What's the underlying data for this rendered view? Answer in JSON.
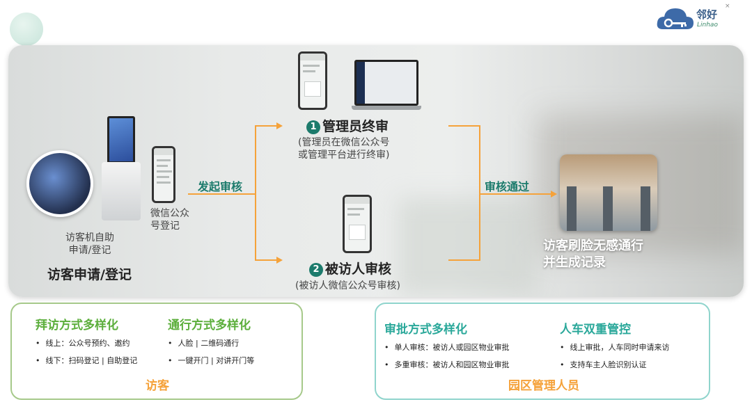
{
  "logo": {
    "name": "邻好",
    "sub": "Linhao",
    "close": "×"
  },
  "flow": {
    "visitor_title": "访客申请/登记",
    "kiosk_label": "访客机自助\n申请/登记",
    "wechat_label": "微信公众\n号登记",
    "start_label": "发起审核",
    "step1_num": "1",
    "step1_title": "管理员终审",
    "step1_note": "(管理员在微信公众号\n或管理平台进行终审)",
    "step2_num": "2",
    "step2_title": "被访人审核",
    "step2_note": "(被访人微信公众号审核)",
    "approved_label": "审核通过",
    "result_label": "访客刷脸无感通行\n并生成记录"
  },
  "visitor_box": {
    "col1_title": "拜访方式多样化",
    "col1_items": [
      "线上：公众号预约、邀约",
      "线下：扫码登记 | 自助登记"
    ],
    "col2_title": "通行方式多样化",
    "col2_items": [
      "人脸 | 二维码通行",
      "一键开门 | 对讲开门等"
    ],
    "footer": "访客"
  },
  "manager_box": {
    "col1_title": "审批方式多样化",
    "col1_items": [
      "单人审核：被访人或园区物业审批",
      "多重审核：被访人和园区物业审批"
    ],
    "col2_title": "人车双重管控",
    "col2_items": [
      "线上审批，人车同时申请来访",
      "支持车主人脸识别认证"
    ],
    "footer": "园区管理人员"
  },
  "colors": {
    "accent": "#f5a23a",
    "teal": "#1c7b6c",
    "green": "#5bae3b",
    "cyan": "#2aa89a"
  },
  "icons": [
    "cloud-key-logo-icon",
    "close-icon"
  ]
}
